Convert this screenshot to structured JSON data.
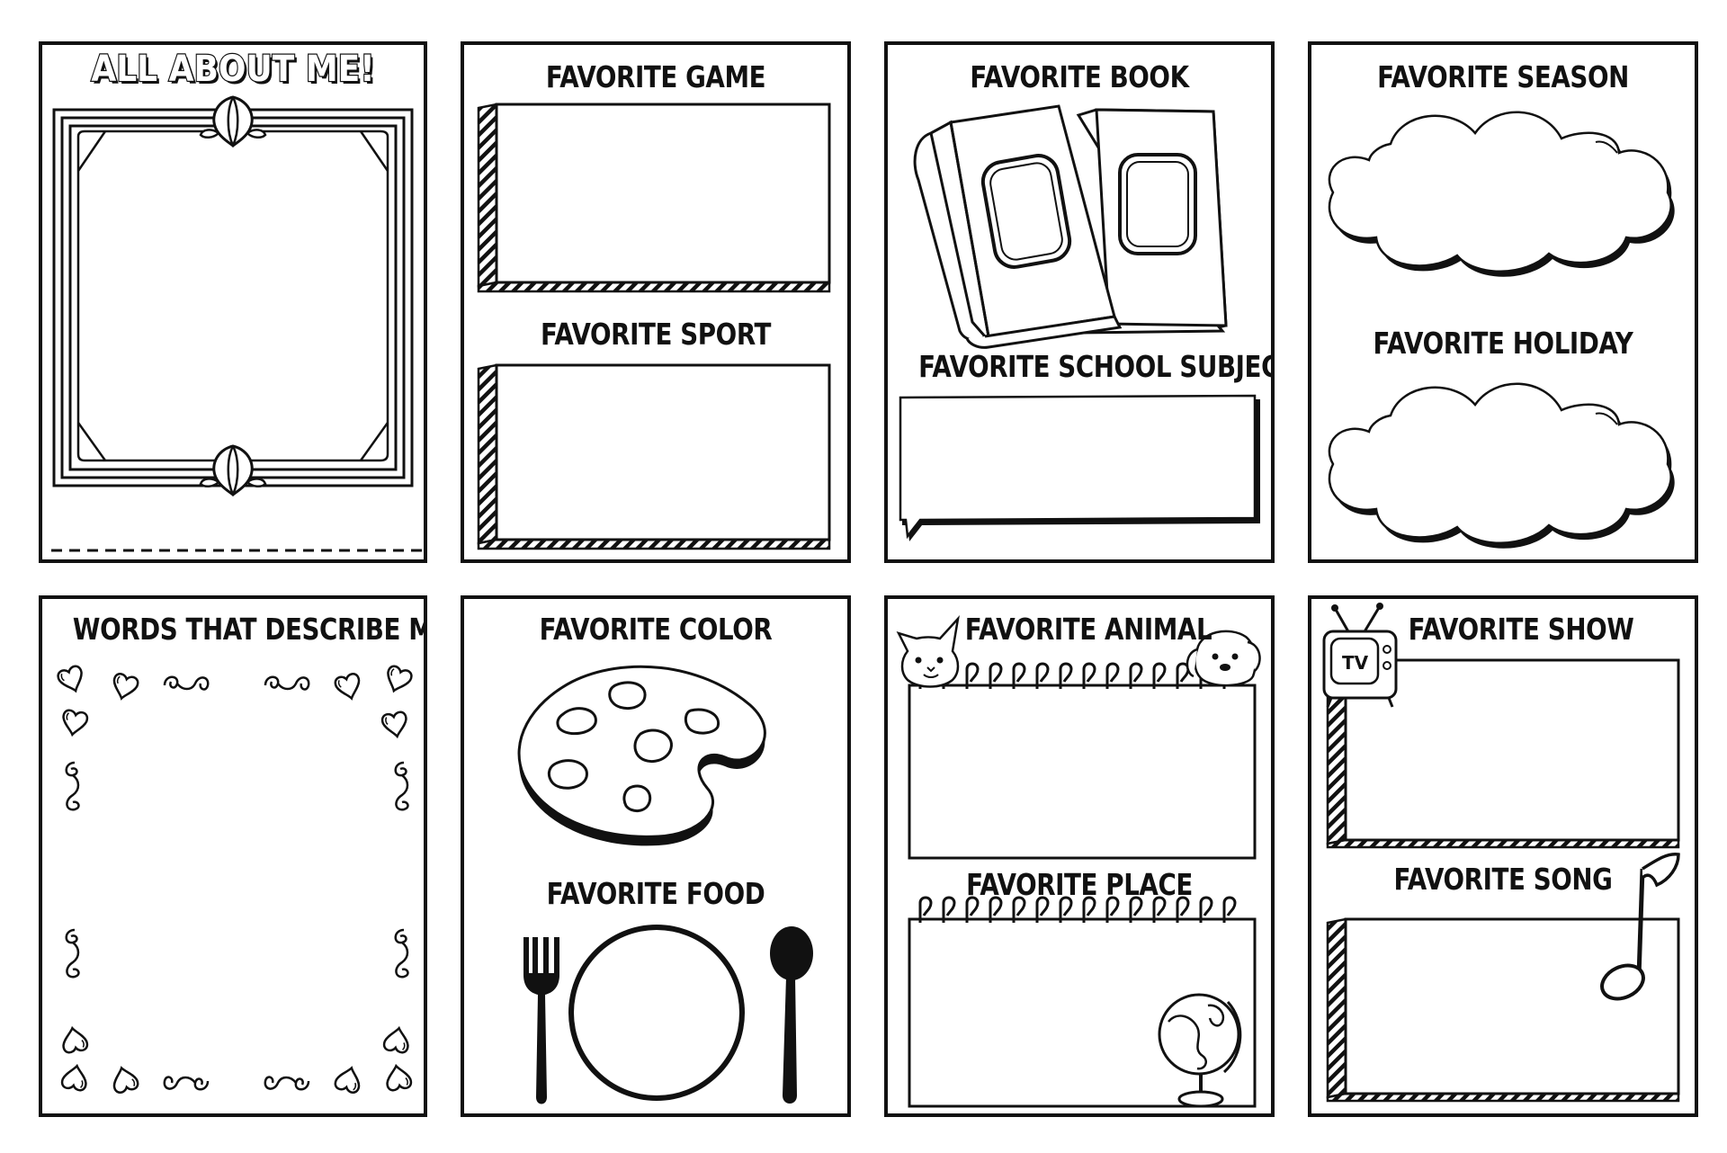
{
  "cards": {
    "all_about_me": {
      "title": "ALL ABOUT ME!"
    },
    "game_sport": {
      "title_top": "FAVORITE GAME",
      "title_bottom": "FAVORITE SPORT"
    },
    "book_subject": {
      "title_top": "FAVORITE BOOK",
      "title_bottom": "FAVORITE SCHOOL SUBJECT"
    },
    "season_holiday": {
      "title_top": "FAVORITE SEASON",
      "title_bottom": "FAVORITE HOLIDAY"
    },
    "words": {
      "title": "WORDS THAT DESCRIBE ME"
    },
    "color_food": {
      "title_top": "FAVORITE COLOR",
      "title_bottom": "FAVORITE FOOD"
    },
    "animal_place": {
      "title_top": "FAVORITE ANIMAL",
      "title_bottom": "FAVORITE PLACE"
    },
    "show_song": {
      "title_top": "FAVORITE SHOW",
      "title_bottom": "FAVORITE SONG",
      "tv_text": "TV"
    }
  },
  "icons": {
    "frame_ornament": "shell-ornament-icon",
    "book": "book-icon",
    "cloud": "cloud-icon",
    "heart": "heart-icon",
    "swirl": "swirl-icon",
    "palette": "paint-palette-icon",
    "fork": "fork-icon",
    "plate": "plate-icon",
    "spoon": "spoon-icon",
    "cat": "cat-icon",
    "dog": "dog-icon",
    "globe": "globe-icon",
    "tv": "tv-icon",
    "music_note": "music-note-icon"
  },
  "colors": {
    "ink": "#111111",
    "paper": "#ffffff"
  }
}
